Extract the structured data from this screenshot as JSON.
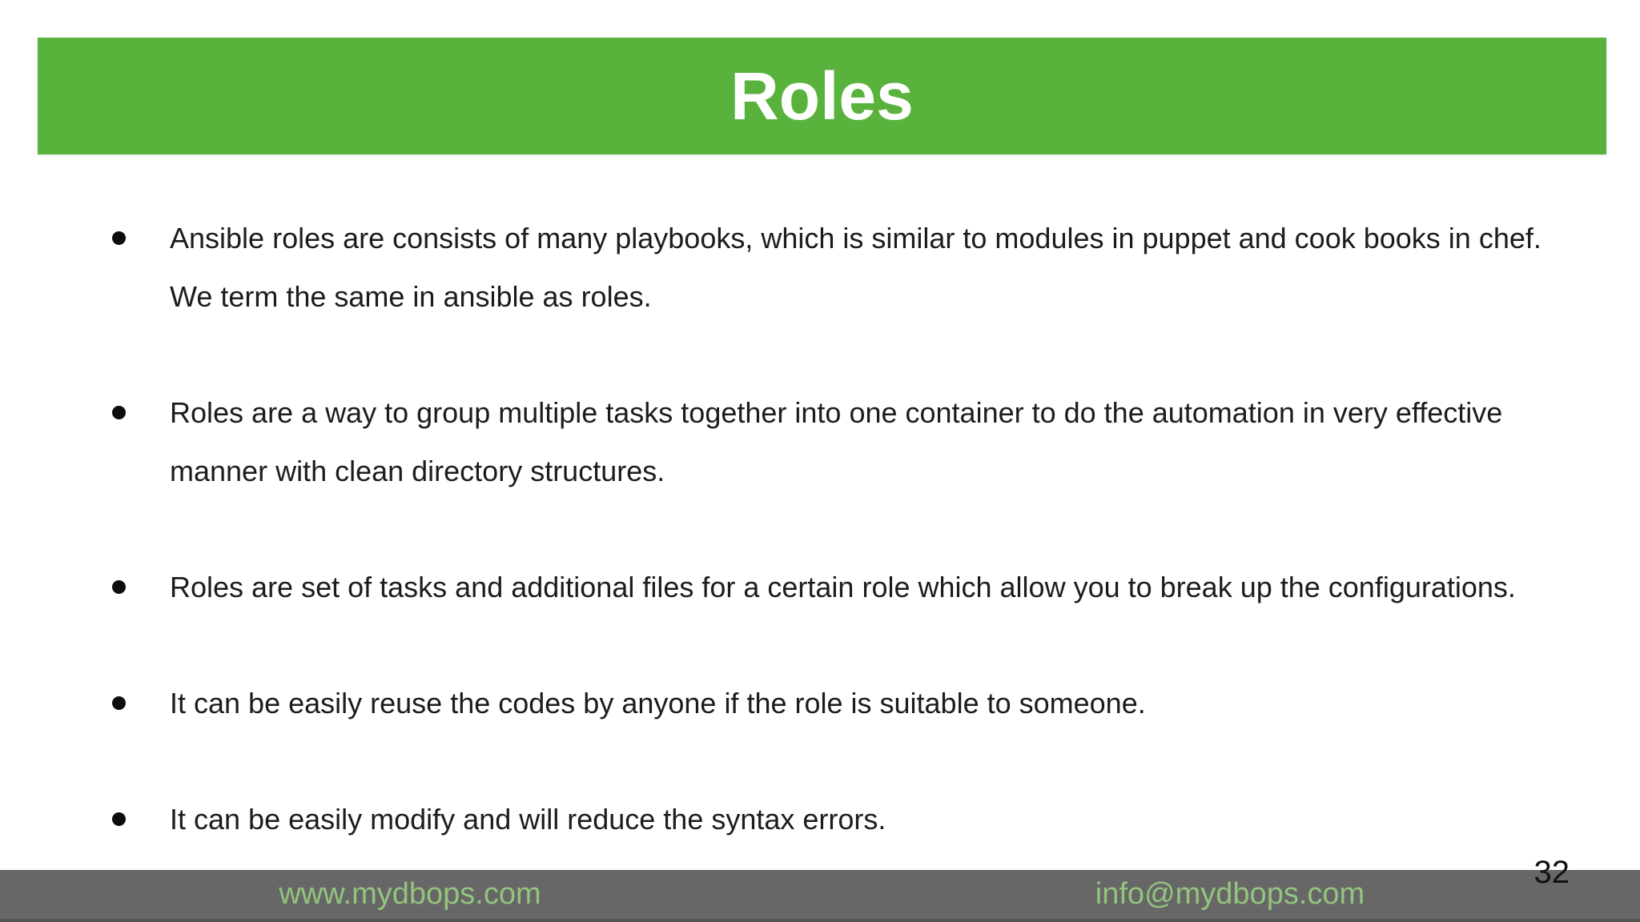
{
  "slide": {
    "title": "Roles",
    "page_number": "32",
    "bullets": [
      {
        "lines": [
          "Ansible roles are consists of many playbooks, which is similar to modules in puppet and cook books in chef.",
          "We term the same in ansible as roles."
        ]
      },
      {
        "lines": [
          "Roles are a way to group multiple tasks together into one container to do the automation in very effective",
          "manner with clean directory structures."
        ]
      },
      {
        "lines": [
          "Roles are set of tasks and additional files for a certain role which allow you to break up the configurations."
        ]
      },
      {
        "lines": [
          "It can be easily reuse the codes by anyone if the role is suitable to someone."
        ]
      },
      {
        "lines": [
          "It can be easily modify and will reduce the syntax errors."
        ]
      }
    ],
    "footer": {
      "website": "www.mydbops.com",
      "email": "info@mydbops.com"
    },
    "colors": {
      "header_green": "#58b23c",
      "footer_gray": "#676767",
      "footer_text_green": "#93c47d"
    }
  }
}
